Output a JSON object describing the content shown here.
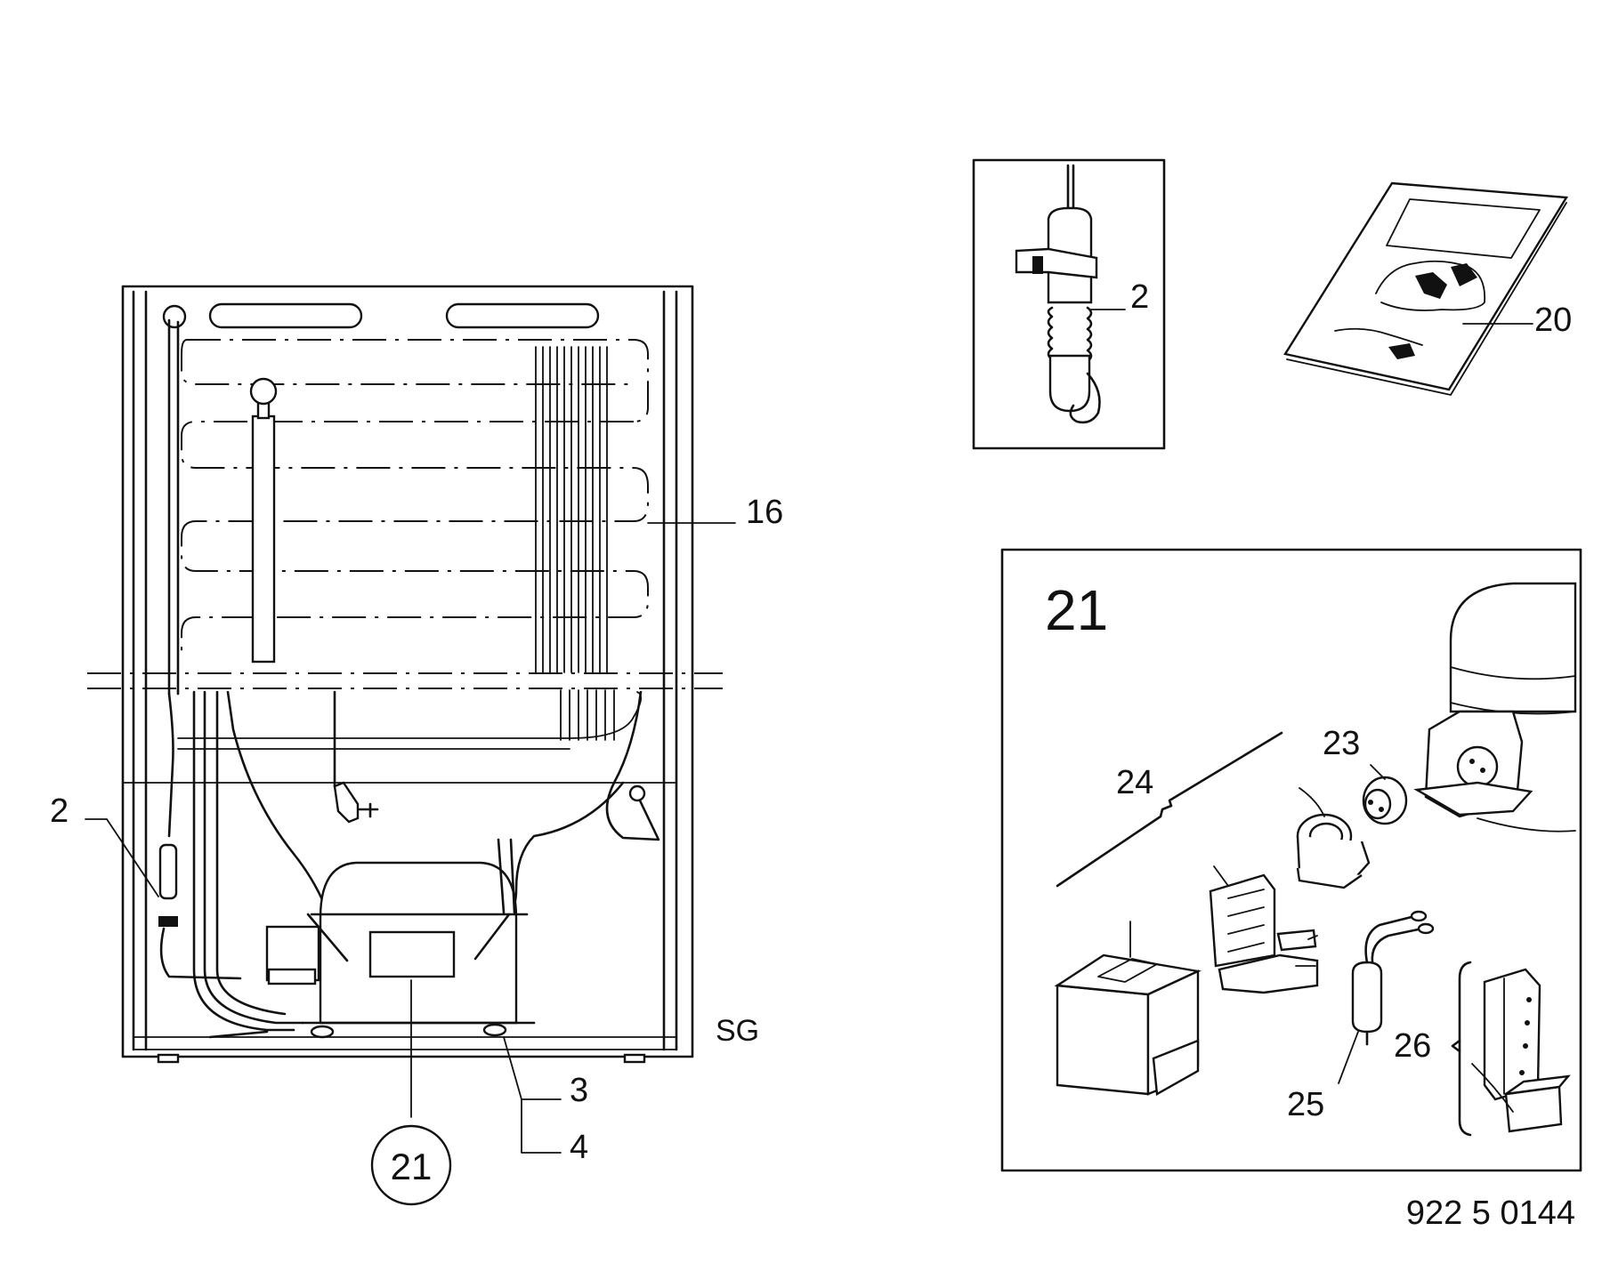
{
  "callouts": {
    "main_capillary": "2",
    "evaporator": "16",
    "location_code": "SG",
    "foot_upper": "3",
    "foot_lower": "4",
    "compressor": "21",
    "inset_capillary": "2",
    "manual": "20"
  },
  "compressor_panel": {
    "title": "21",
    "relay": "23",
    "relay_group": "24",
    "capacitor": "25",
    "bracket_group": "26"
  },
  "drawing_number": "922 5 0144"
}
